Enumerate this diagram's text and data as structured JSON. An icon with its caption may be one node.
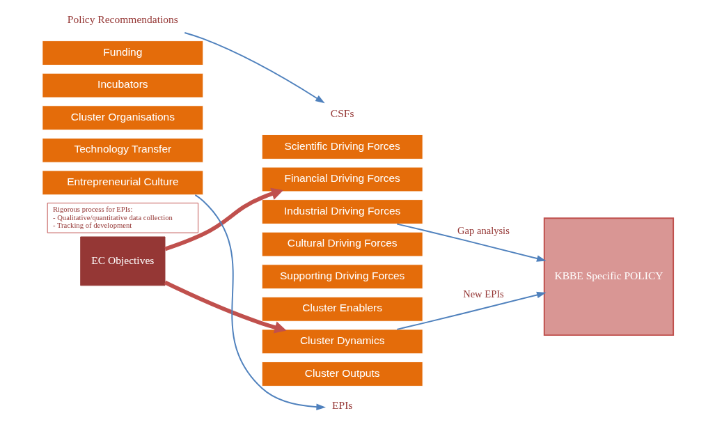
{
  "diagram": {
    "nodes": [
      {
        "text": [
          "CSFs"
        ]
      },
      {
        "text": [
          "Scientific Driving Forces"
        ]
      },
      {
        "text": [
          "Financial Driving Forces"
        ]
      },
      {
        "text": [
          "Industrial Driving Forces"
        ]
      },
      {
        "text": [
          "Cultural Driving Forces"
        ]
      },
      {
        "text": [
          "Supporting Driving Forces"
        ]
      },
      {
        "text": [
          "EC Objectives"
        ]
      },
      {
        "text": [
          "Cluster Enablers"
        ]
      },
      {
        "text": [
          "Cluster Dynamics"
        ]
      },
      {
        "text": [
          "Cluster Outputs"
        ]
      },
      {
        "text": [
          "EPIs"
        ]
      },
      {
        "text": [
          "KBBE Specific POLICY"
        ]
      },
      {
        "text": [
          "Policy Recommendations"
        ]
      },
      {
        "text": [
          "Funding"
        ]
      },
      {
        "text": [
          "Incubators"
        ]
      },
      {
        "text": [
          "Cluster Organisations"
        ]
      },
      {
        "text": [
          "Technology Transfer"
        ]
      },
      {
        "text": [
          "Entrepreneurial Culture"
        ]
      },
      {
        "text": [
          "Rigorous process for EPIs:",
          "- Qualitative/quantitative data collection",
          "- Tracking of development"
        ]
      }
    ],
    "edges": [
      {
        "from": 6,
        "to": 2,
        "arrow": "to",
        "style": "thick",
        "color": "#c0504d"
      },
      {
        "from": 6,
        "to": 8,
        "arrow": "to",
        "style": "thick",
        "color": "#c0504d"
      },
      {
        "from": 3,
        "to": 11,
        "arrow": "to",
        "label": "Gap analysis"
      },
      {
        "from": 8,
        "to": 11,
        "arrow": "to",
        "label": "New EPIs"
      },
      {
        "from": 12,
        "to": 0,
        "arrow": "to"
      },
      {
        "from": 17,
        "to": 10,
        "arrow": "to"
      }
    ]
  }
}
